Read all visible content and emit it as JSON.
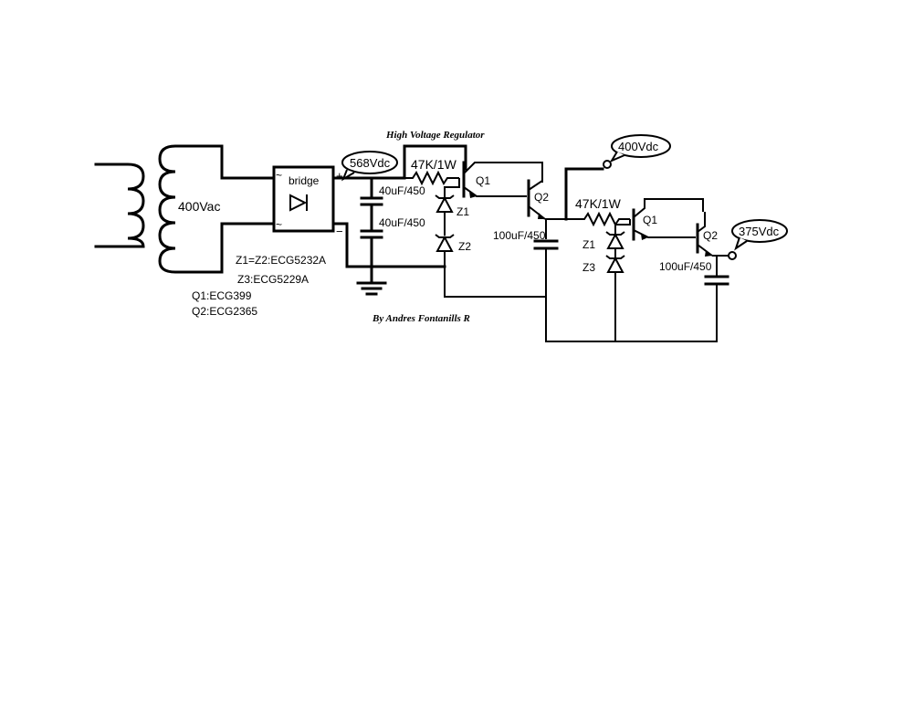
{
  "title": "High Voltage Regulator",
  "author": "By Andres Fontanills R",
  "transformer": {
    "secondary_label": "400Vac"
  },
  "bridge": {
    "label": "bridge",
    "ac_symbol": "~",
    "plus": "+",
    "minus": "−"
  },
  "stage1": {
    "input_voltage": "568Vdc",
    "cap_top": "40uF/450",
    "cap_bottom": "40uF/450",
    "resistor": "47K/1W",
    "q1": "Q1",
    "q2": "Q2",
    "z1": "Z1",
    "z2": "Z2",
    "out_cap": "100uF/450"
  },
  "stage2": {
    "input_voltage": "400Vdc",
    "resistor": "47K/1W",
    "q1": "Q1",
    "q2": "Q2",
    "z1": "Z1",
    "z3": "Z3",
    "out_cap": "100uF/450",
    "output_voltage": "375Vdc"
  },
  "parts_list": {
    "zener12": "Z1=Z2:ECG5232A",
    "zener3": "Z3:ECG5229A",
    "q1": "Q1:ECG399",
    "q2": "Q2:ECG2365"
  }
}
